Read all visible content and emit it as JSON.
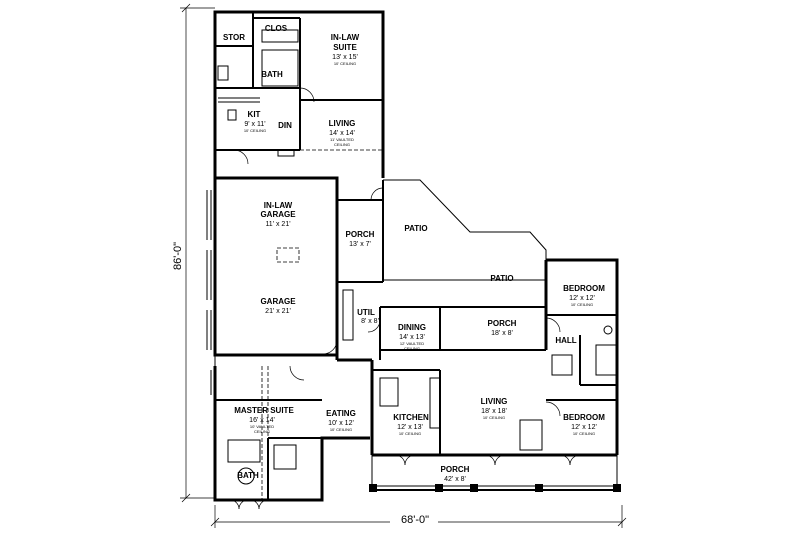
{
  "dimensions": {
    "depth": "86'-0\"",
    "width": "68'-0\""
  },
  "rooms": {
    "stor": {
      "name": "STOR"
    },
    "clos": {
      "name": "CLOS"
    },
    "inlaw_suite": {
      "name1": "IN-LAW",
      "name2": "SUITE",
      "dim": "13' x 15'",
      "note": "10' CEILING"
    },
    "inlaw_bath": {
      "name": "BATH"
    },
    "kit": {
      "name": "KIT",
      "dim": "9' x 11'",
      "note": "10' CEILING"
    },
    "din": {
      "name": "DIN"
    },
    "inlaw_living": {
      "name": "LIVING",
      "dim": "14' x 14'",
      "note1": "11' VAULTED",
      "note2": "CEILING"
    },
    "inlaw_garage": {
      "name1": "IN-LAW",
      "name2": "GARAGE",
      "dim": "11' x 21'"
    },
    "garage": {
      "name": "GARAGE",
      "dim": "21' x 21'"
    },
    "porch_small": {
      "name": "PORCH",
      "dim": "13' x 7'"
    },
    "patio_upper": {
      "name": "PATIO"
    },
    "patio_lower": {
      "name": "PATIO"
    },
    "util": {
      "name": "UTIL",
      "dim": "8' x 8'"
    },
    "dining": {
      "name": "DINING",
      "dim": "14' x 13'",
      "note1": "12' VAULTED",
      "note2": "CEILING"
    },
    "porch_rear": {
      "name": "PORCH",
      "dim": "18' x 8'"
    },
    "bedroom1": {
      "name": "BEDROOM",
      "dim": "12' x 12'",
      "note": "10' CEILING"
    },
    "hall": {
      "name": "HALL"
    },
    "bedroom2": {
      "name": "BEDROOM",
      "dim": "12' x 12'",
      "note": "10' CEILING"
    },
    "master_suite": {
      "name": "MASTER SUITE",
      "dim": "16' x 14'",
      "note1": "10' VAULTED",
      "note2": "CEILING"
    },
    "eating": {
      "name": "EATING",
      "dim": "10' x 12'",
      "note": "10' CEILING"
    },
    "kitchen": {
      "name": "KITCHEN",
      "dim": "12' x 13'",
      "note": "10' CEILING"
    },
    "living": {
      "name": "LIVING",
      "dim": "18' x 18'",
      "note": "10' CEILING"
    },
    "master_bath": {
      "name": "BATH"
    },
    "porch_front": {
      "name": "PORCH",
      "dim": "42' x 8'"
    }
  }
}
